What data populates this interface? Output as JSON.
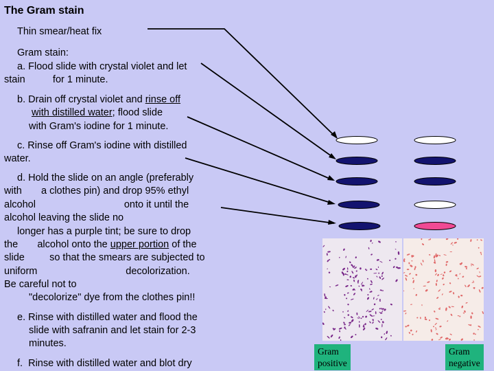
{
  "title": "The Gram stain",
  "steps": {
    "smear": "Thin smear/heat fix",
    "gram_stain": "Gram stain:",
    "a1": "a. Flood slide with crystal violet and let",
    "a2": "stain          for 1 minute.",
    "b1a": "b. Drain off crystal violet and ",
    "b1u": "rinse off",
    "b2u": "with distilled water",
    "b2b": "; flood slide",
    "b3": "with Gram's iodine for 1 minute.",
    "c1": "c. Rinse off Gram's iodine with distilled",
    "c2": "water.",
    "d1": "d. Hold the slide on an angle (preferably",
    "d2": "with       a clothes pin) and drop 95% ethyl",
    "d3": "alcohol                                onto it until the",
    "d4": "alcohol leaving the slide no",
    "d5": "longer has a purple tint; be sure to drop",
    "d6a": "the       alcohol onto the ",
    "d6u": "upper portion",
    "d6b": " of the",
    "d7": "slide         so that the smears are subjected to",
    "d8": "uniform                                decolorization.",
    "d9": "Be careful not to",
    "d10": "\"decolorize\" dye from the clothes pin!!",
    "e1": "e. Rinse with distilled water and flood the",
    "e2": "slide with safranin and let stain for 2-3",
    "e3": "minutes.",
    "f1": "f.  Rinse with distilled water and blot dry"
  },
  "labels": {
    "positive_1": "Gram",
    "positive_2": "positive",
    "negative_1": "Gram",
    "negative_2": "negative"
  },
  "colors": {
    "background": "#c9c9f5",
    "crystal_violet": "#13136f",
    "safranin": "#f04a94",
    "label_bg": "#1fb37d"
  }
}
